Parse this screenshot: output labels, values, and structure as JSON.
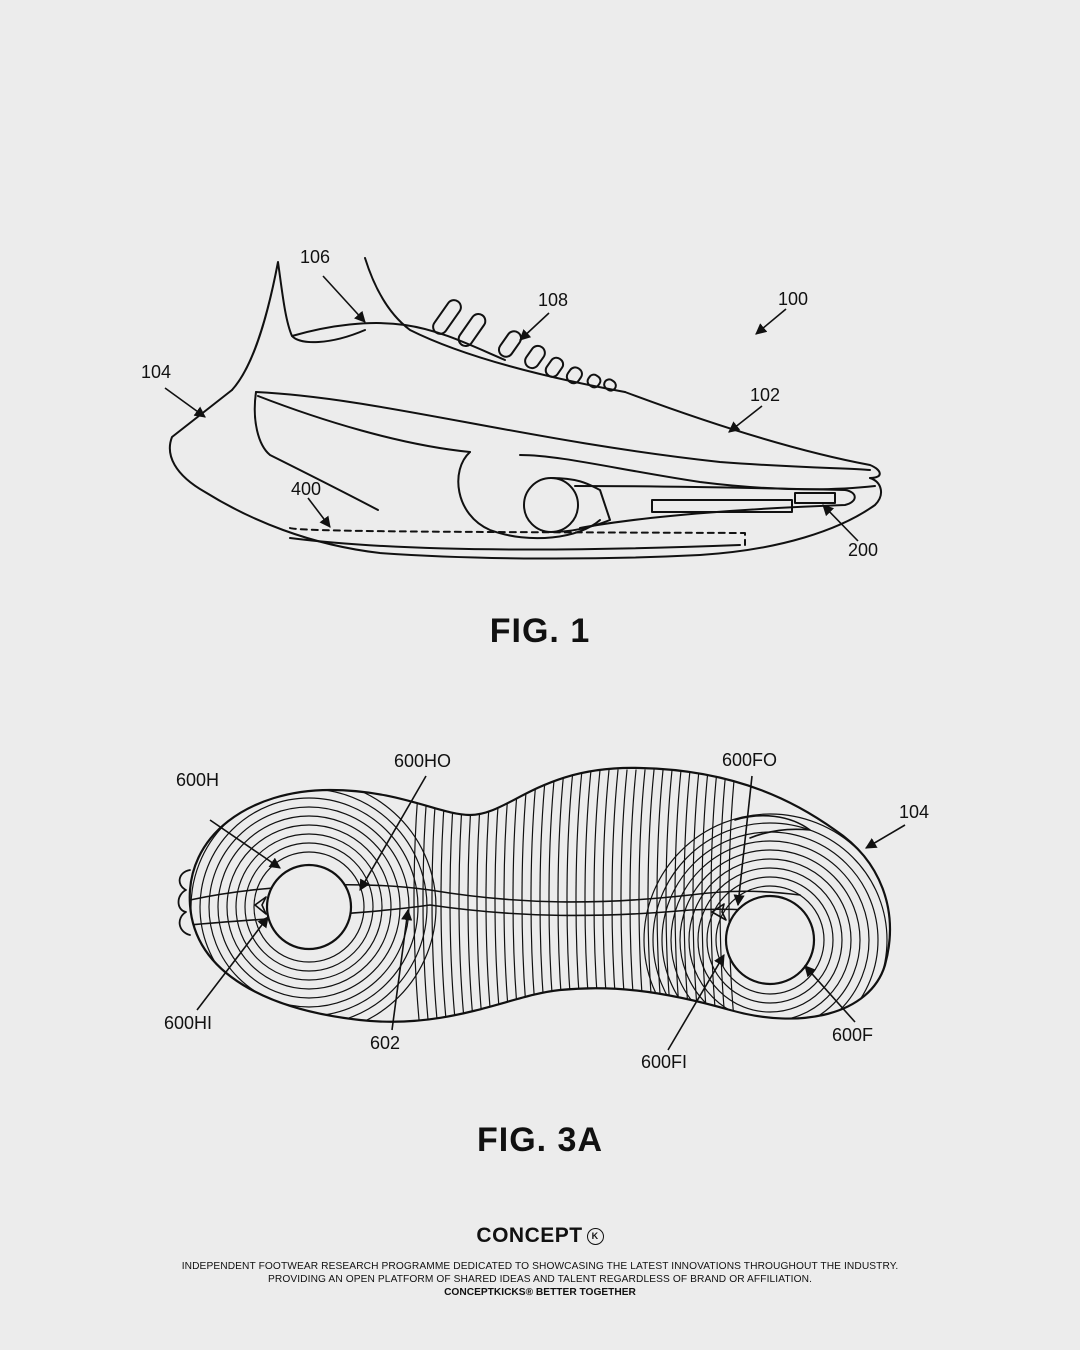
{
  "figures": {
    "fig1": {
      "caption": "FIG. 1",
      "refs": {
        "r106": "106",
        "r108": "108",
        "r100": "100",
        "r104": "104",
        "r102": "102",
        "r400": "400",
        "r200": "200"
      }
    },
    "fig3a": {
      "caption": "FIG. 3A",
      "refs": {
        "r600H": "600H",
        "r600HO": "600HO",
        "r600FO": "600FO",
        "r104": "104",
        "r600HI": "600HI",
        "r602": "602",
        "r600FI": "600FI",
        "r600F": "600F"
      }
    }
  },
  "footer": {
    "brand": "CONCEPT",
    "brand_mark": "K",
    "tagline": "INDEPENDENT FOOTWEAR RESEARCH PROGRAMME DEDICATED TO SHOWCASING THE LATEST INNOVATIONS THROUGHOUT THE INDUSTRY. PROVIDING AN OPEN PLATFORM OF SHARED IDEAS AND TALENT REGARDLESS OF BRAND OR AFFILIATION.",
    "slogan": "CONCEPTKICKS® BETTER TOGETHER"
  }
}
